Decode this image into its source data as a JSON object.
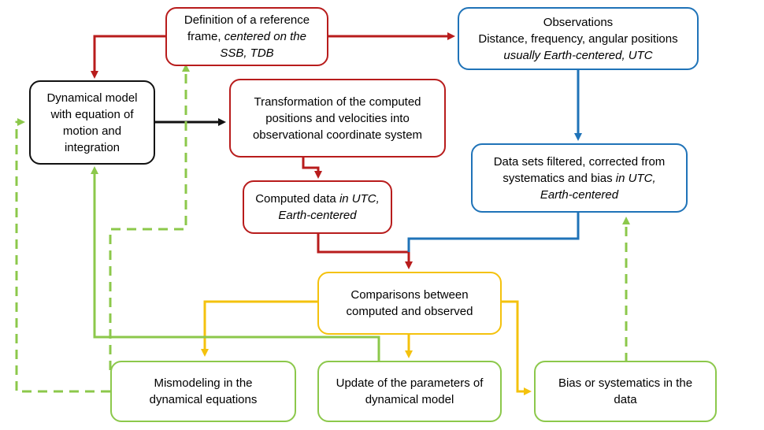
{
  "boxes": {
    "reference_frame": {
      "line1": "Definition of a reference",
      "line2_plain": "frame, ",
      "line2_italic": "centered on the",
      "line3_italic": "SSB, TDB"
    },
    "observations": {
      "line1": "Observations",
      "line2": "Distance, frequency, angular positions",
      "line3_italic": "usually Earth-centered, UTC"
    },
    "dynamical_model": {
      "line1": "Dynamical model",
      "line2": "with equation of",
      "line3": "motion and",
      "line4": "integration"
    },
    "transformation": {
      "line1": "Transformation of the computed",
      "line2": "positions and velocities into",
      "line3": "observational coordinate system"
    },
    "computed_data": {
      "line1_plain": "Computed data ",
      "line1_italic": "in UTC,",
      "line2_italic": "Earth-centered"
    },
    "data_sets": {
      "line1": "Data sets filtered, corrected from",
      "line2_plain": "systematics and bias ",
      "line2_italic": "in UTC,",
      "line3_italic": "Earth-centered"
    },
    "comparisons": {
      "line1": "Comparisons between",
      "line2": "computed and observed"
    },
    "mismodeling": {
      "line1": "Mismodeling in the",
      "line2": "dynamical equations"
    },
    "update": {
      "line1": "Update of the parameters of",
      "line2": "dynamical model"
    },
    "bias": {
      "line1": "Bias or systematics in the",
      "line2": "data"
    }
  },
  "colors": {
    "red": "#b81c1c",
    "blue": "#1f73b8",
    "black": "#111111",
    "yellow": "#f4c20d",
    "green": "#8cc84b"
  }
}
